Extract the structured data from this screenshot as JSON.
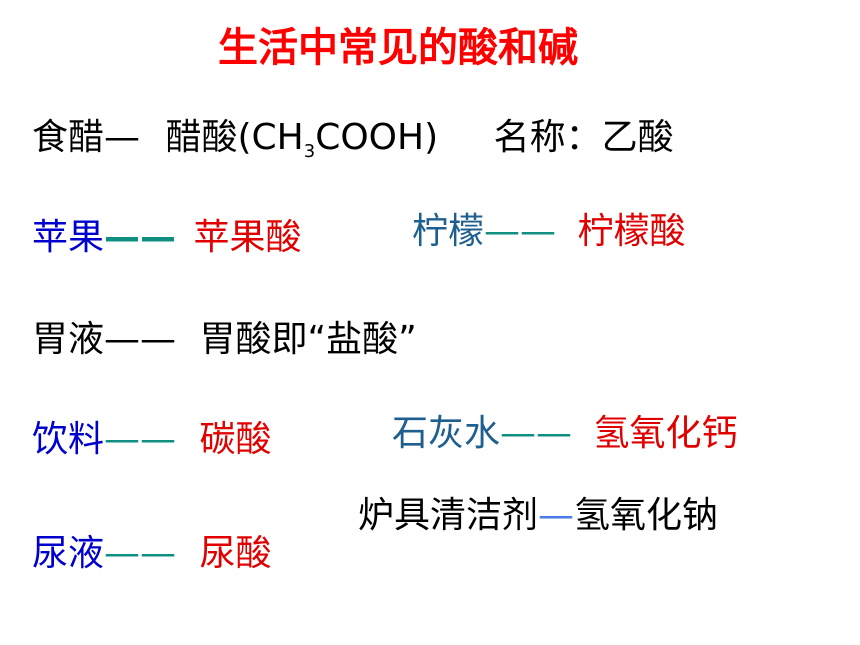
{
  "title": "生活中常见的酸和碱",
  "row1": {
    "a": "食醋—",
    "b": "醋酸(CH",
    "sub": "3",
    "c": "COOH)",
    "d": "名称：乙酸"
  },
  "row2": {
    "left_item": "苹果",
    "left_dash": "——",
    "left_acid": "苹果酸",
    "right_item": "柠檬",
    "right_dash": "——",
    "right_acid": "柠檬酸"
  },
  "row3": {
    "item": "胃液——",
    "acid": "胃酸即“盐酸”"
  },
  "row4": {
    "left_item": "饮料",
    "left_dash": "——",
    "left_acid": "碳酸",
    "right_item": "石灰水",
    "right_dash": "——",
    "right_base": "氢氧化钙"
  },
  "row5": {
    "item": "炉具清洁剂",
    "dash": "—",
    "base": "氢氧化钠"
  },
  "row6": {
    "item": "尿液",
    "dash": "——",
    "acid": "尿酸"
  },
  "colors": {
    "title": "#ff0000",
    "acid": "#e00000",
    "item_blue": "#0000cc",
    "item_teal": "#1f5f8f"
  }
}
